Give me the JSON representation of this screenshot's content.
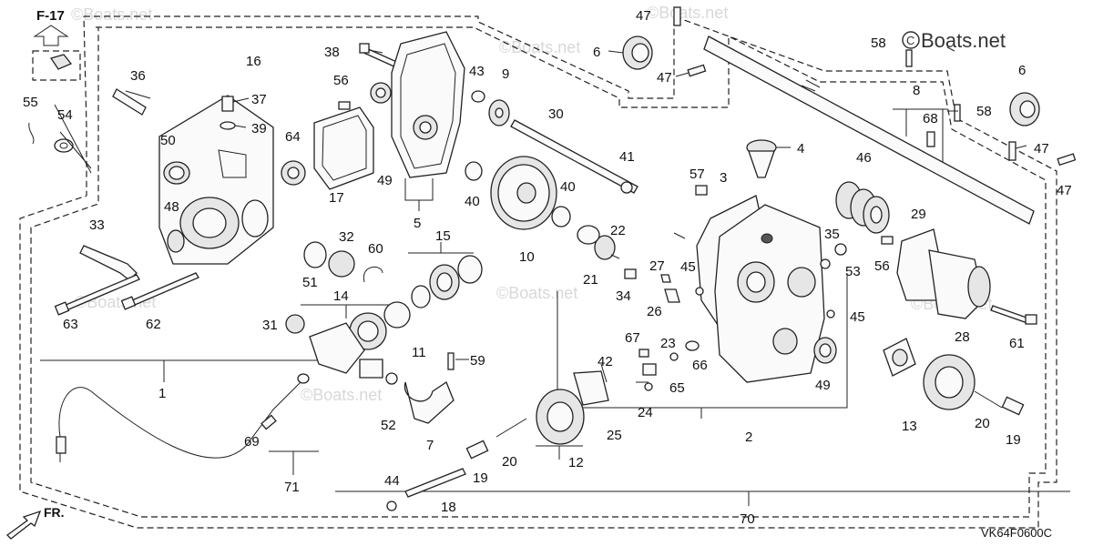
{
  "diagram": {
    "fig_ref": "F-17",
    "front_label": "FR.",
    "diagram_code": "VK64F0600C",
    "brand": "Boats.net",
    "watermarks": [
      "©Boats.net",
      "©Boats.net",
      "©Boats.net",
      "©Boats.net",
      "©Boats.net",
      "©Boats.net",
      "©Boats.net"
    ],
    "callouts": [
      "1",
      "2",
      "3",
      "4",
      "5",
      "6",
      "6",
      "7",
      "8",
      "9",
      "10",
      "11",
      "12",
      "13",
      "14",
      "15",
      "16",
      "17",
      "18",
      "19",
      "19",
      "20",
      "20",
      "21",
      "22",
      "23",
      "24",
      "25",
      "26",
      "27",
      "28",
      "29",
      "30",
      "31",
      "32",
      "33",
      "34",
      "35",
      "36",
      "37",
      "38",
      "39",
      "40",
      "40",
      "41",
      "42",
      "43",
      "44",
      "45",
      "45",
      "46",
      "47",
      "47",
      "47",
      "47",
      "48",
      "49",
      "49",
      "50",
      "51",
      "52",
      "53",
      "54",
      "55",
      "56",
      "56",
      "57",
      "58",
      "58",
      "59",
      "60",
      "61",
      "62",
      "63",
      "64",
      "65",
      "66",
      "67",
      "68",
      "69",
      "70",
      "71"
    ]
  }
}
